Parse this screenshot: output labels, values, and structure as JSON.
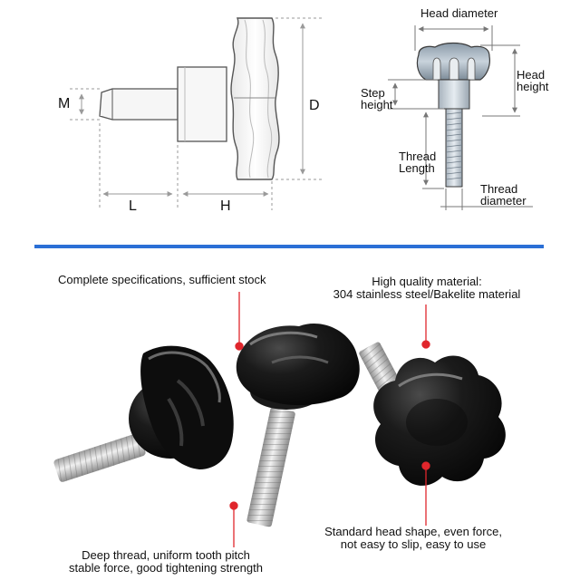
{
  "side_diagram": {
    "label_m": "M",
    "label_d": "D",
    "label_l": "L",
    "label_h": "H"
  },
  "head_diagram": {
    "head_diameter": "Head diameter",
    "head_height": [
      "Head",
      "height"
    ],
    "step_height": [
      "Step",
      "height"
    ],
    "thread_length": [
      "Thread",
      "Length"
    ],
    "thread_diameter": [
      "Thread",
      "diameter"
    ]
  },
  "callouts": {
    "specs": "Complete specifications, sufficient stock",
    "material": [
      "High quality material:",
      "304 stainless steel/Bakelite material"
    ],
    "head_shape": [
      "Standard head shape, even force,",
      "not easy to slip, easy to use"
    ],
    "thread": [
      "Deep thread, uniform tooth pitch",
      "stable force, good tightening strength"
    ]
  },
  "colors": {
    "accent_divider": "#2b6fd6",
    "callout_line": "#e0262c",
    "knob_black": "#141414",
    "steel": "#c9c9c9"
  }
}
